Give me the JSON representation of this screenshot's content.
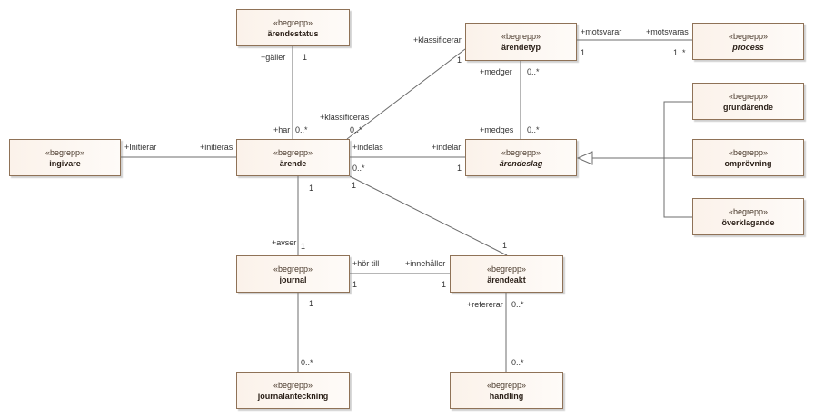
{
  "stereotype": "«begrepp»",
  "classes": {
    "arendestatus": {
      "name": "ärendestatus"
    },
    "arendetyp": {
      "name": "ärendetyp"
    },
    "process": {
      "name": "process"
    },
    "grundarende": {
      "name": "grundärende"
    },
    "omprovning": {
      "name": "omprövning"
    },
    "overklagande": {
      "name": "överklagande"
    },
    "ingivare": {
      "name": "ingivare"
    },
    "arende": {
      "name": "ärende"
    },
    "arendeslag": {
      "name": "ärendeslag"
    },
    "journal": {
      "name": "journal"
    },
    "arendeakt": {
      "name": "ärendeakt"
    },
    "journalanteckning": {
      "name": "journalanteckning"
    },
    "handling": {
      "name": "handling"
    }
  },
  "labels": {
    "galler": "+gäller",
    "galler_mult": "1",
    "har": "+har",
    "har_mult": "0..*",
    "klassificerar": "+klassificerar",
    "klassificerar_mult": "1",
    "klassificeras": "+klassificeras",
    "klassificeras_mult": "0..*",
    "motsvarar": "+motsvarar",
    "motsvarar_mult": "1",
    "motsvaras": "+motsvaras",
    "motsvaras_mult": "1..*",
    "medger": "+medger",
    "medger_mult": "0..*",
    "medges": "+medges",
    "medges_mult": "0..*",
    "initierar": "+Initierar",
    "initieras": "+initieras",
    "indelas": "+indelas",
    "indelas_mult": "0..*",
    "indelar": "+indelar",
    "indelar_mult": "1",
    "arende_journal_mult": "1",
    "avser": "+avser",
    "avser_mult": "1",
    "arende_akt_mult": "1",
    "akt_arende_mult": "1",
    "hortill": "+hör till",
    "hortill_mult": "1",
    "innehaller": "+innehåller",
    "innehaller_mult": "1",
    "journal_ant_mult": "1",
    "ant_mult": "0..*",
    "refererar": "+refererar",
    "refererar_mult": "0..*",
    "handling_mult": "0..*"
  }
}
